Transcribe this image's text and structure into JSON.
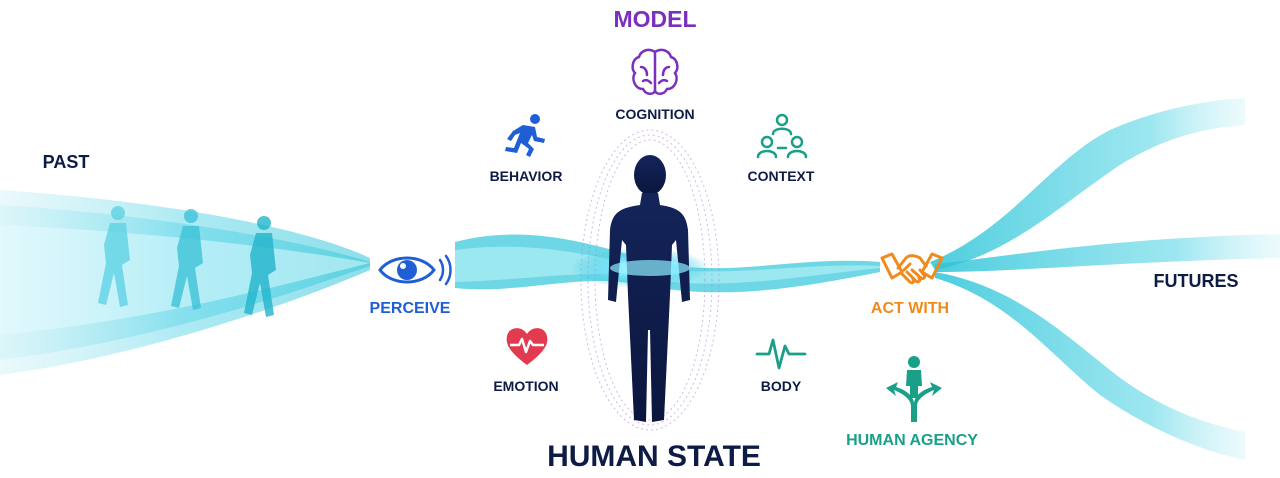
{
  "labels": {
    "model": "MODEL",
    "cognition": "COGNITION",
    "behavior": "BEHAVIOR",
    "context": "CONTEXT",
    "emotion": "EMOTION",
    "body": "BODY",
    "human_state": "HUMAN STATE",
    "past": "PAST",
    "perceive": "PERCEIVE",
    "act_with": "ACT WITH",
    "futures": "FUTURES",
    "human_agency": "HUMAN AGENCY"
  },
  "colors": {
    "navy": "#0d1b45",
    "purple": "#7b2fbf",
    "blue": "#1f5fd6",
    "teal": "#1a9f88",
    "orange": "#f08a1c",
    "red": "#e23a4f",
    "cyan": "#35c6d8"
  },
  "icons": [
    "brain-icon",
    "running-person-icon",
    "people-network-icon",
    "heart-pulse-icon",
    "heartbeat-line-icon",
    "eye-icon",
    "handshake-icon",
    "crossroads-person-icon",
    "human-body-silhouette",
    "walking-figures"
  ]
}
